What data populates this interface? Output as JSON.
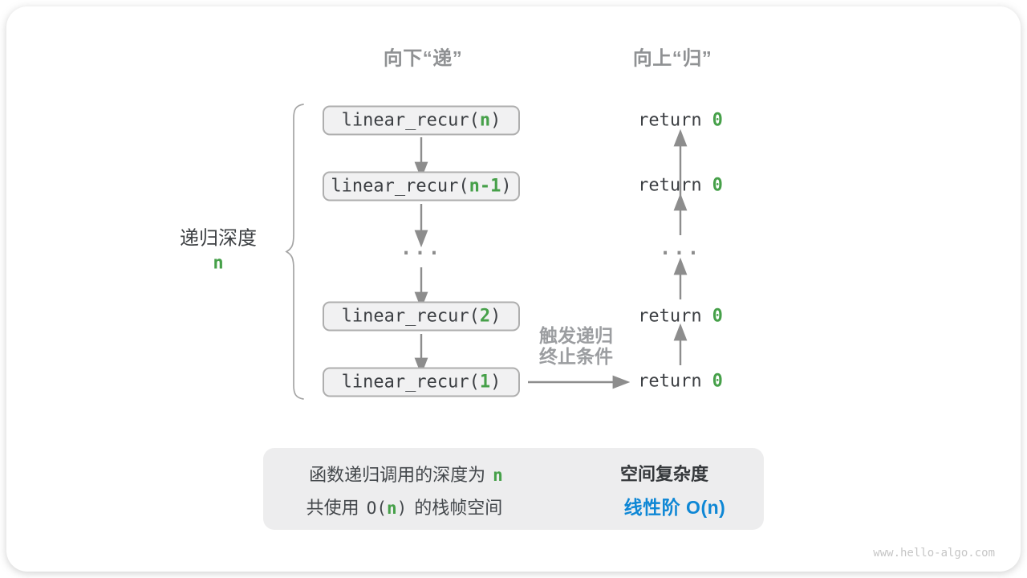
{
  "colors": {
    "green": "#46a049",
    "blue": "#0e87d5"
  },
  "headers": {
    "descend": "向下“递”",
    "ascend": "向上“归”"
  },
  "depth_label": {
    "text": "递归深度",
    "value": "n"
  },
  "call_stack": {
    "fn_prefix": "linear_recur(",
    "fn_suffix": ")",
    "frames": [
      {
        "arg": "n"
      },
      {
        "arg": "n-1"
      },
      {
        "arg": "2"
      },
      {
        "arg": "1"
      }
    ],
    "ellipsis": "..."
  },
  "returns": {
    "keyword": "return",
    "value": "0",
    "ellipsis": "..."
  },
  "trigger_label": {
    "line1": "触发递归",
    "line2": "终止条件"
  },
  "summary": {
    "depth_text": "函数递归调用的深度为",
    "depth_value": "n",
    "space_prefix": "共使用",
    "space_o": "O(",
    "space_n": "n",
    "space_close": ")",
    "space_suffix": "的栈帧空间",
    "result_title": "空间复杂度",
    "result_value": "线性阶 O(n)"
  },
  "watermark": "www.hello-algo.com"
}
